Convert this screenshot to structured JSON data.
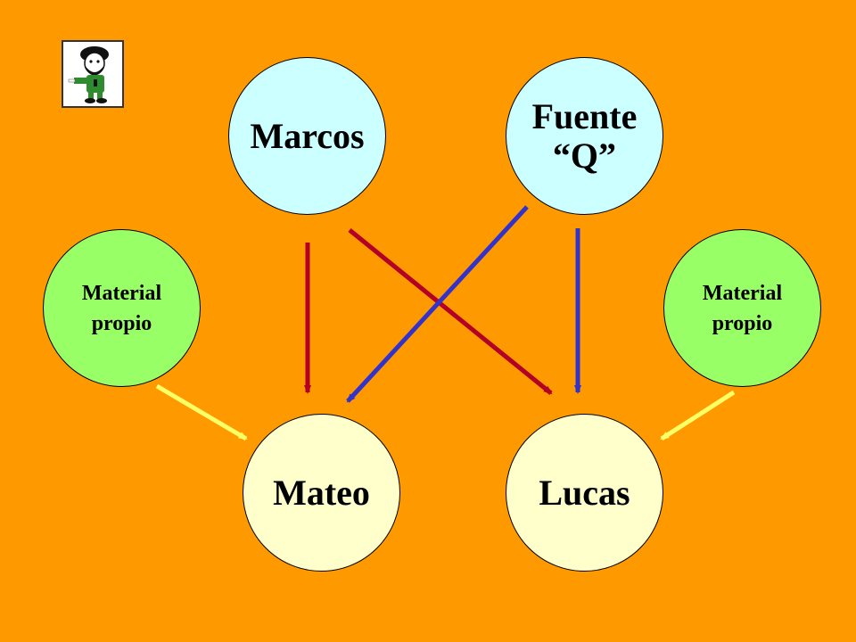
{
  "nodes": {
    "marcos": {
      "label": "Marcos",
      "color": "#CCFFFF"
    },
    "fuente": {
      "line1": "Fuente",
      "line2": "“Q”",
      "color": "#CCFFFF"
    },
    "material_left": {
      "line1": "Material",
      "line2": "propio",
      "color": "#99FF66"
    },
    "material_right": {
      "line1": "Material",
      "line2": "propio",
      "color": "#99FF66"
    },
    "mateo": {
      "label": "Mateo",
      "color": "#FFFFCC"
    },
    "lucas": {
      "label": "Lucas",
      "color": "#FFFFCC"
    }
  },
  "edges": [
    {
      "from": "Marcos",
      "to": "Mateo",
      "color": "#B30026"
    },
    {
      "from": "Marcos",
      "to": "Lucas",
      "color": "#B30026"
    },
    {
      "from": "Fuente “Q”",
      "to": "Mateo",
      "color": "#3333CC"
    },
    {
      "from": "Fuente “Q”",
      "to": "Lucas",
      "color": "#3333CC"
    },
    {
      "from": "Material propio",
      "to": "Mateo",
      "color": "#FFFF66"
    },
    {
      "from": "Material propio",
      "to": "Lucas",
      "color": "#FFFF66"
    }
  ],
  "colors": {
    "background": "#FF9900"
  },
  "logo": {
    "icon": "cartoon-figure-icon"
  }
}
